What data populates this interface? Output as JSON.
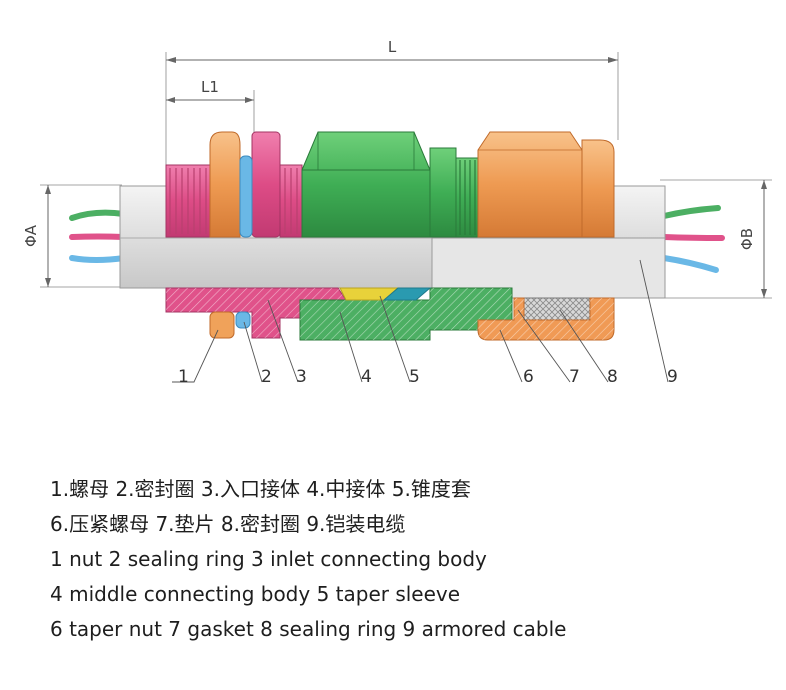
{
  "dimensions": {
    "overall_length": "L",
    "inlet_length": "L1",
    "diameter_a": "ΦA",
    "diameter_b": "ΦB"
  },
  "part_numbers": [
    "1",
    "2",
    "3",
    "4",
    "5",
    "6",
    "7",
    "8",
    "9"
  ],
  "colors": {
    "nut": "#f0a25a",
    "inlet_body": "#e0528a",
    "sealing_ring_blue": "#6ab8e6",
    "middle_body": "#4caf63",
    "taper_sleeve": "#e8d23a",
    "taper_nut": "#f09a55",
    "gasket": "#d04270",
    "cable": "#dcdcdc"
  },
  "legend": {
    "line_cn_1": "1.螺母  2.密封圈  3.入口接体  4.中接体  5.锥度套",
    "line_cn_2": "6.压紧螺母  7.垫片  8.密封圈  9.铠装电缆",
    "line_en_1": "1 nut  2 sealing ring  3 inlet connecting body",
    "line_en_2": "4 middle connecting body  5 taper sleeve",
    "line_en_3": "6 taper nut  7 gasket  8 sealing ring 9 armored cable"
  }
}
